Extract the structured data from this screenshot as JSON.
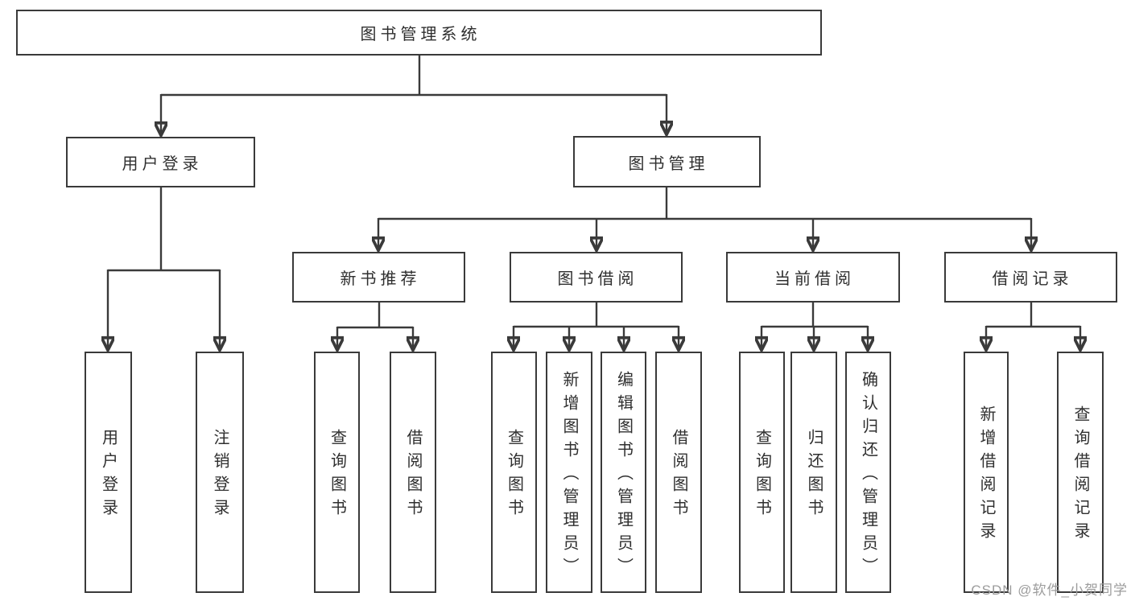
{
  "root": {
    "label": "图书管理系统"
  },
  "branches": {
    "user_login": {
      "label": "用户登录",
      "children": [
        "用户登录",
        "注销登录"
      ]
    },
    "book_mgmt": {
      "label": "图书管理",
      "sections": {
        "new_book": {
          "label": "新书推荐",
          "children": [
            "查询图书",
            "借阅图书"
          ]
        },
        "borrow": {
          "label": "图书借阅",
          "children": [
            "查询图书",
            "新增图书（管理员）",
            "编辑图书（管理员）",
            "借阅图书"
          ]
        },
        "current": {
          "label": "当前借阅",
          "children": [
            "查询图书",
            "归还图书",
            "确认归还（管理员）"
          ]
        },
        "records": {
          "label": "借阅记录",
          "children": [
            "新增借阅记录",
            "查询借阅记录"
          ]
        }
      }
    }
  },
  "watermark": {
    "text": "CSDN @软件_小贺同学"
  },
  "colors": {
    "line": "#3a3a3a",
    "text": "#2f2f2f",
    "watermark": "#9c9c9c",
    "background": "#ffffff"
  }
}
